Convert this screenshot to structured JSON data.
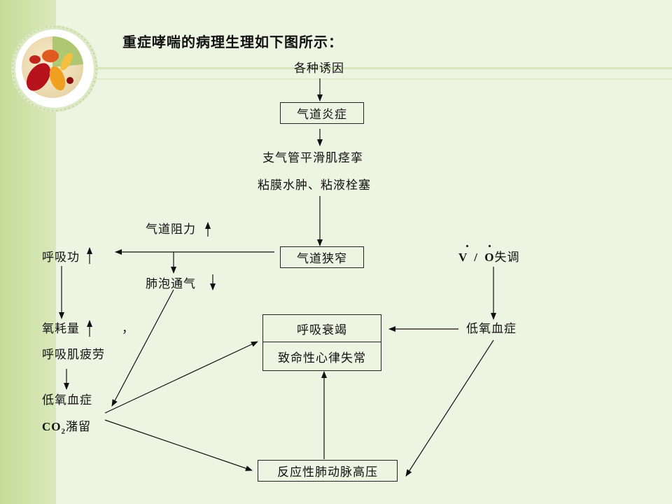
{
  "title": "重症哮喘的病理生理如下图所示：",
  "nodes": {
    "causes": "各种诱因",
    "airway_inflammation": "气道炎症",
    "bronchospasm": "支气管平滑肌痉挛",
    "edema": "粘膜水肿、粘液栓塞",
    "airway_resistance": "气道阻力",
    "airway_narrowing": "气道狭窄",
    "vq_label_v": "V",
    "vq_label_slash": "/",
    "vq_label_q": "O",
    "vq_label_tail": "失调",
    "breathing_work": "呼吸功",
    "alveolar_ventilation": "肺泡通气",
    "oxygen_consumption": "氧耗量",
    "oxygen_consumption_comma": "，",
    "respiratory_fatigue": "呼吸肌疲劳",
    "hypoxemia_left": "低氧血症",
    "co2_prefix": "CO",
    "co2_sub": "2",
    "co2_suffix": "潴留",
    "respiratory_failure": "呼吸衰竭",
    "fatal_arrhythmia": "致命性心律失常",
    "hypoxemia_right": "低氧血症",
    "pulmonary_hypertension": "反应性肺动脉高压"
  },
  "colors": {
    "background": "#eef4e2",
    "left_band": "#c9df9f",
    "accent_line": "#d2e3b4",
    "ink": "#111111"
  },
  "icons": {
    "logo": "medicine-capsules-logo"
  }
}
